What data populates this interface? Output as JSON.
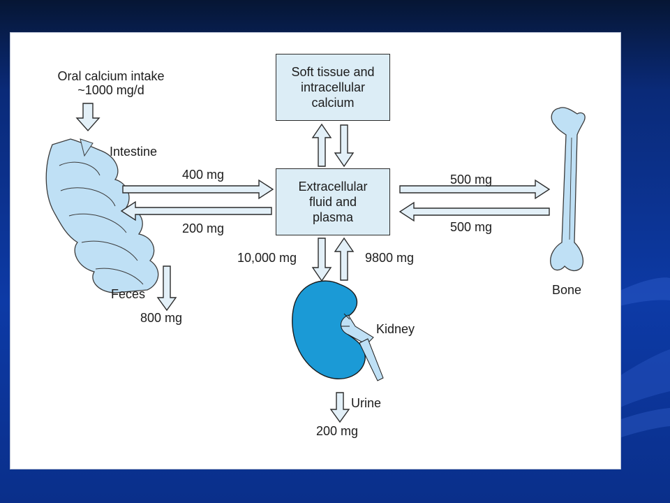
{
  "colors": {
    "background_dark": "#061634",
    "background_blue": "#0d3aa6",
    "box_fill": "#dcedf6",
    "arrow_fill": "#e3f0f8",
    "intestine_fill": "#bfe0f5",
    "bone_fill": "#bfe0f5",
    "kidney_fill": "#1b9ad6"
  },
  "diagram": {
    "intake": {
      "line1": "Oral calcium intake",
      "line2": "~1000 mg/d"
    },
    "intestine_label": "Intestine",
    "soft_tissue_box": {
      "line1": "Soft tissue and",
      "line2": "intracellular",
      "line3": "calcium"
    },
    "ecf_box": {
      "line1": "Extracellular",
      "line2": "fluid and",
      "line3": "plasma"
    },
    "intestine_to_ecf": "400 mg",
    "ecf_to_intestine": "200 mg",
    "ecf_to_bone": "500 mg",
    "bone_to_ecf": "500 mg",
    "bone_label": "Bone",
    "feces_label": "Feces",
    "feces_amount": "800 mg",
    "ecf_to_kidney": "10,000 mg",
    "kidney_to_ecf": "9800 mg",
    "kidney_label": "Kidney",
    "urine_label": "Urine",
    "urine_amount": "200 mg"
  }
}
